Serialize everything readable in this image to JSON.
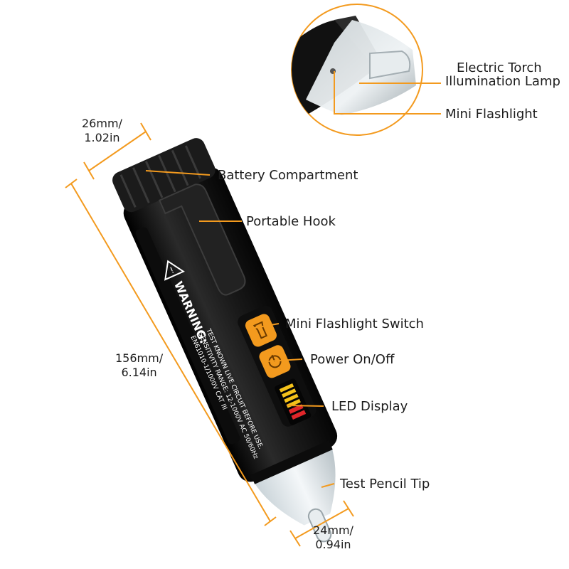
{
  "callouts": {
    "torch_lamp_line1": "Electric Torch",
    "torch_lamp_line2": "Illumination Lamp",
    "mini_flashlight": "Mini Flashlight",
    "battery_compartment": "Battery Compartment",
    "portable_hook": "Portable Hook",
    "flashlight_switch": "Mini Flashlight Switch",
    "power_switch": "Power On/Off",
    "led_display": "LED Display",
    "test_tip": "Test Pencil Tip"
  },
  "dimensions": {
    "width_top_mm": "26mm/",
    "width_top_in": "1.02in",
    "length_mm": "156mm/",
    "length_in": "6.14in",
    "width_bottom_mm": "24mm/",
    "width_bottom_in": "0.94in"
  },
  "pen_print": {
    "warning": "WARNING:",
    "line1": "TEST KNOWN LIVE CIRCUIT BEFORE USE.",
    "line2": "SENSITIVITY RANGE: 12-1000V AC 50/60Hz",
    "line3": "EN61010-1/1000V CAT III"
  },
  "colors": {
    "accent_orange": "#f39a1e",
    "body_black": "#141414",
    "led_yellow": "#f4c21a",
    "led_red": "#e0262a"
  }
}
